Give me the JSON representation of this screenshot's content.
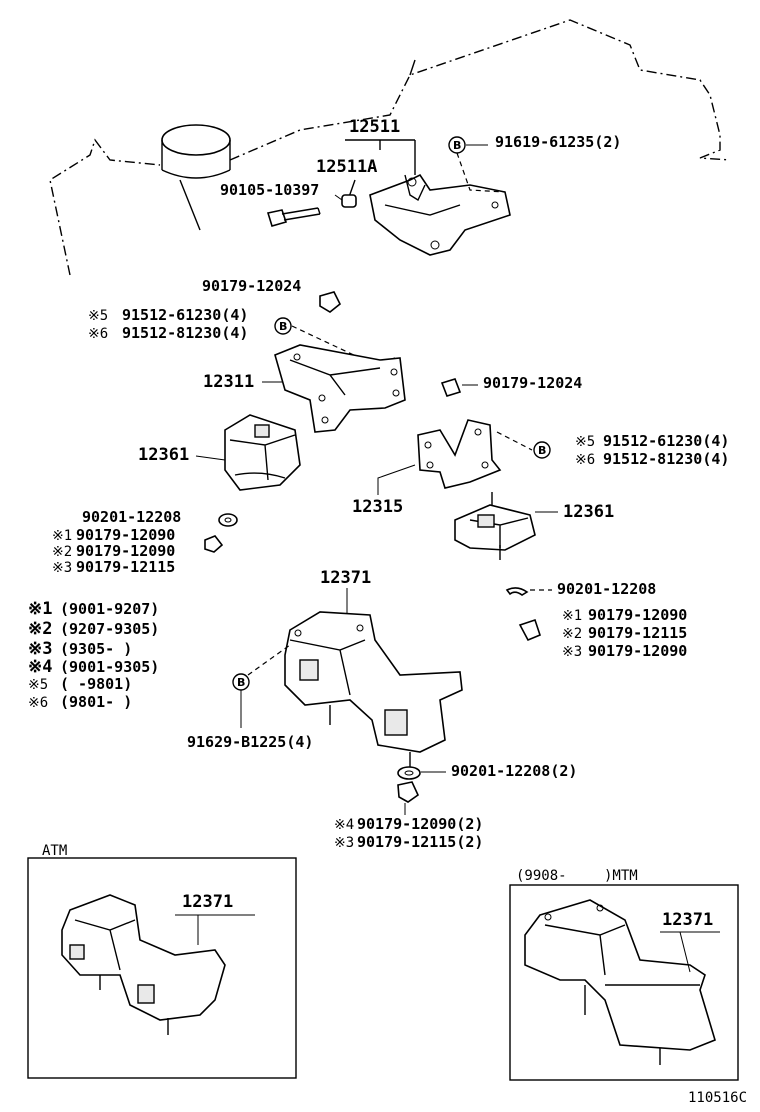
{
  "labels": {
    "p12511": "12511",
    "p12511A": "12511A",
    "p91619": "91619-61235(2)",
    "p90105": "90105-10397",
    "p90179_top": "90179-12024",
    "p91512_5_left": "91512-61230(4)",
    "p91512_6_left": "91512-81230(4)",
    "mark5": "※5",
    "mark6": "※6",
    "p12311": "12311",
    "p90179_right": "90179-12024",
    "p12361_left": "12361",
    "p91512_5_right": "91512-61230(4)",
    "p91512_6_right": "91512-81230(4)",
    "p12315": "12315",
    "p90201_left": "90201-12208",
    "m1": "※1",
    "m2": "※2",
    "m3": "※3",
    "m4": "※4",
    "p90179_12090_l": "90179-12090",
    "p90179_12090_l2": "90179-12090",
    "p90179_12115_l": "90179-12115",
    "p12361_right": "12361",
    "p12371": "12371",
    "p90201_right": "90201-12208",
    "p90179_12090_r": "90179-12090",
    "p90179_12115_r": "90179-12115",
    "p90179_12090_r2": "90179-12090",
    "p91629": "91629-B1225(4)",
    "p90201_bottom": "90201-12208(2)",
    "p90179_12090_b": "90179-12090(2)",
    "p90179_12115_b": "90179-12115(2)",
    "b": "B"
  },
  "legend": [
    {
      "mark": "※1",
      "range": "(9001-9207)"
    },
    {
      "mark": "※2",
      "range": "(9207-9305)"
    },
    {
      "mark": "※3",
      "range": "(9305-     )"
    },
    {
      "mark": "※4",
      "range": "(9001-9305)"
    },
    {
      "mark": "※5",
      "range": "(     -9801)"
    },
    {
      "mark": "※6",
      "range": "(9801-     )"
    }
  ],
  "inset_atm": {
    "title": "ATM",
    "part": "12371"
  },
  "inset_mtm": {
    "range": "(9908-",
    "title": ")MTM",
    "part": "12371"
  },
  "figure_id": "110516C"
}
